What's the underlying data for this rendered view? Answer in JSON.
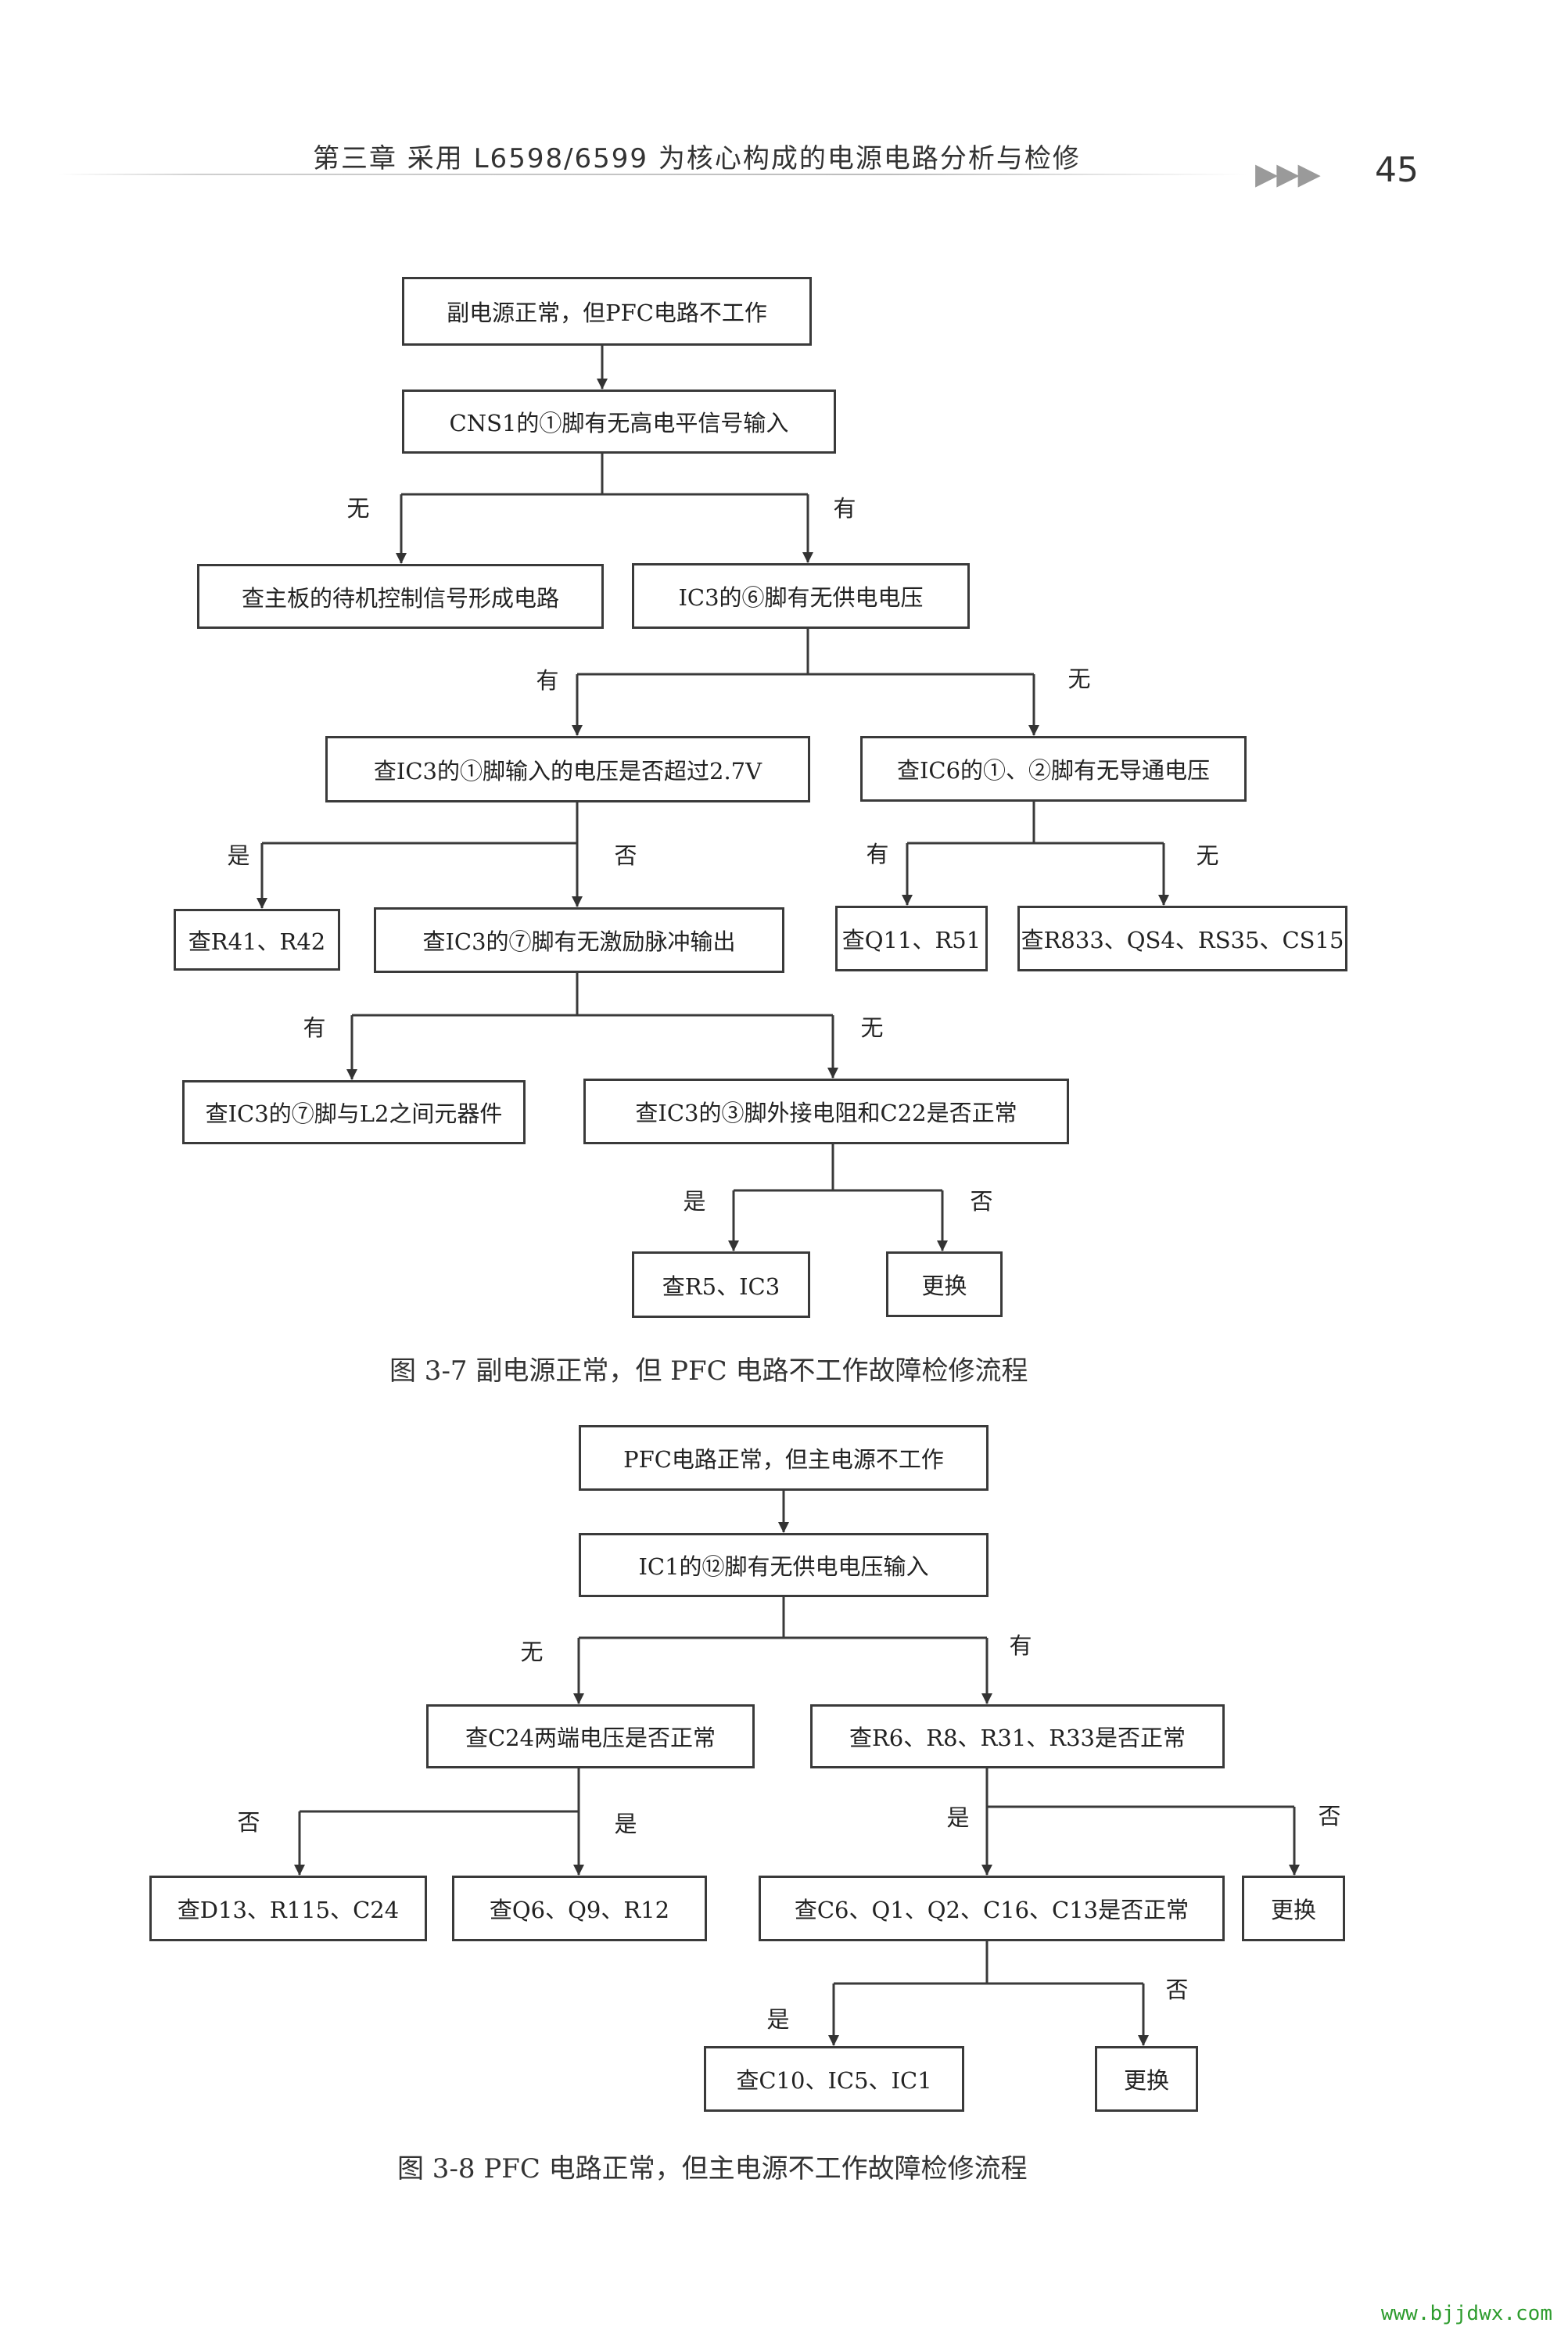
{
  "header": {
    "title": "第三章  采用 L6598/6599 为核心构成的电源电路分析与检修",
    "arrows": "▶▶▶",
    "page_number": "45"
  },
  "fig7": {
    "caption": "图 3-7   副电源正常，但 PFC 电路不工作故障检修流程",
    "nodes": {
      "a": "副电源正常，但PFC电路不工作",
      "b": "CNS1的①脚有无高电平信号输入",
      "c": "查主板的待机控制信号形成电路",
      "d": "IC3的⑥脚有无供电电压",
      "e": "查IC3的①脚输入的电压是否超过2.7V",
      "f": "查IC6的①、②脚有无导通电压",
      "g": "查R41、R42",
      "h": "查IC3的⑦脚有无激励脉冲输出",
      "i": "查Q11、R51",
      "j": "查R833、QS4、RS35、CS15",
      "k": "查IC3的⑦脚与L2之间元器件",
      "l": "查IC3的③脚外接电阻和C22是否正常",
      "m": "查R5、IC3",
      "n": "更换"
    },
    "labels": {
      "b_no": "无",
      "b_yes": "有",
      "d_yes": "有",
      "d_no": "无",
      "e_yes": "是",
      "e_no": "否",
      "f_yes": "有",
      "f_no": "无",
      "h_yes": "有",
      "h_no": "无",
      "l_yes": "是",
      "l_no": "否"
    }
  },
  "fig8": {
    "caption": "图 3-8   PFC 电路正常，但主电源不工作故障检修流程",
    "nodes": {
      "a": "PFC电路正常，但主电源不工作",
      "b": "IC1的⑫脚有无供电电压输入",
      "c": "查C24两端电压是否正常",
      "d": "查R6、R8、R31、R33是否正常",
      "e": "查D13、R115、C24",
      "f": "查Q6、Q9、R12",
      "g": "查C6、Q1、Q2、C16、C13是否正常",
      "h": "更换",
      "i": "查C10、IC5、IC1",
      "j": "更换"
    },
    "labels": {
      "b_no": "无",
      "b_yes": "有",
      "c_no": "否",
      "c_yes": "是",
      "d_yes": "是",
      "d_no": "否",
      "g_yes": "是",
      "g_no": "否"
    }
  },
  "watermark": "www.bjjdwx.com"
}
